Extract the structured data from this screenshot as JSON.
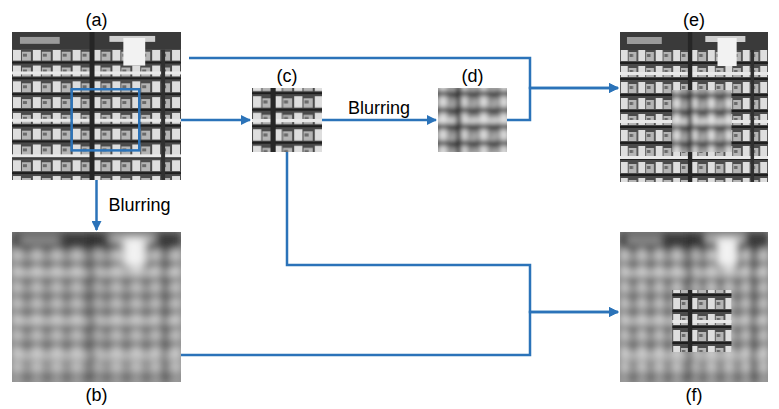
{
  "diagram": {
    "nodes": [
      {
        "text": [
          "(a)"
        ]
      },
      {
        "text": [
          "(b)"
        ]
      },
      {
        "text": [
          "(c)"
        ]
      },
      {
        "text": [
          "(d)"
        ]
      },
      {
        "text": [
          "(e)"
        ]
      },
      {
        "text": [
          "(f)"
        ]
      }
    ],
    "edges": [
      {
        "from": 0,
        "to": 2,
        "arrow": "to"
      },
      {
        "from": 2,
        "to": 3,
        "label": "Blurring",
        "arrow": "to"
      },
      {
        "from": 0,
        "to": 1,
        "label": "Blurring",
        "arrow": "to"
      },
      {
        "from": 0,
        "to": 4,
        "arrow": "to"
      },
      {
        "from": 3,
        "to": 4,
        "arrow": "to"
      },
      {
        "from": 2,
        "to": 5,
        "arrow": "to"
      },
      {
        "from": 1,
        "to": 5,
        "arrow": "to"
      }
    ]
  }
}
